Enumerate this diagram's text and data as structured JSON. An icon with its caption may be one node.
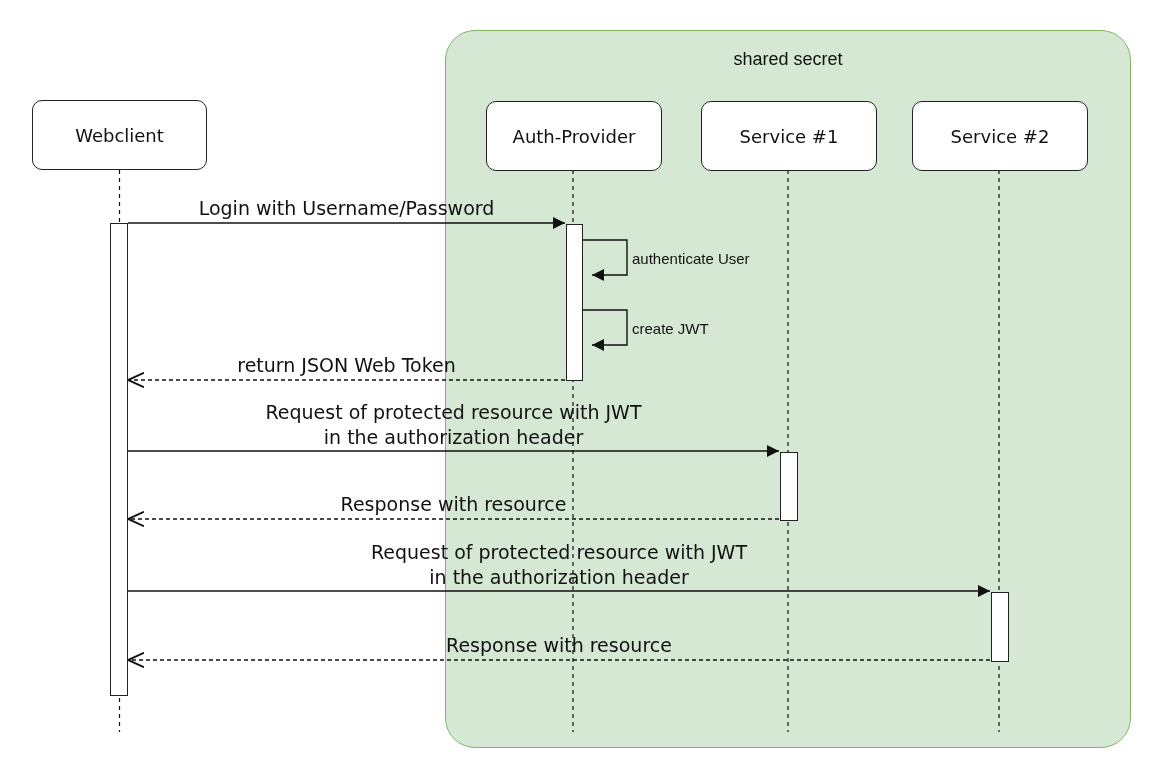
{
  "diagram": {
    "nodes": [
      {
        "text": [
          "shared secret"
        ]
      },
      {
        "text": [
          "Webclient"
        ]
      },
      {
        "text": [
          "Auth-Provider"
        ],
        "in": 0
      },
      {
        "text": [
          "Service #1"
        ],
        "in": 0
      },
      {
        "text": [
          "Service #2"
        ],
        "in": 0
      },
      {
        "text": [],
        "shape": "bar"
      },
      {
        "text": [],
        "shape": "bar",
        "in": 0
      },
      {
        "text": [],
        "shape": "bar",
        "in": 0
      },
      {
        "text": [],
        "shape": "bar",
        "in": 0
      }
    ],
    "edges": [
      {
        "from": 5,
        "to": 6,
        "arrow": "to",
        "label": "Login with Username/Password"
      },
      {
        "from": 6,
        "to": 6,
        "arrow": "to",
        "label": "authenticate User"
      },
      {
        "from": 6,
        "to": 6,
        "arrow": "to",
        "label": "create JWT"
      },
      {
        "from": 6,
        "to": 5,
        "arrow": "to",
        "label": "return JSON Web Token",
        "style": "dashed"
      },
      {
        "from": 5,
        "to": 7,
        "arrow": "to",
        "label": "Request of protected resource with JWT in the authorization header"
      },
      {
        "from": 7,
        "to": 5,
        "arrow": "to",
        "label": "Response with resource",
        "style": "dashed"
      },
      {
        "from": 5,
        "to": 8,
        "arrow": "to",
        "label": "Request of protected resource with JWT in the authorization header"
      },
      {
        "from": 8,
        "to": 5,
        "arrow": "to",
        "label": "Response with resource",
        "style": "dashed"
      }
    ]
  }
}
